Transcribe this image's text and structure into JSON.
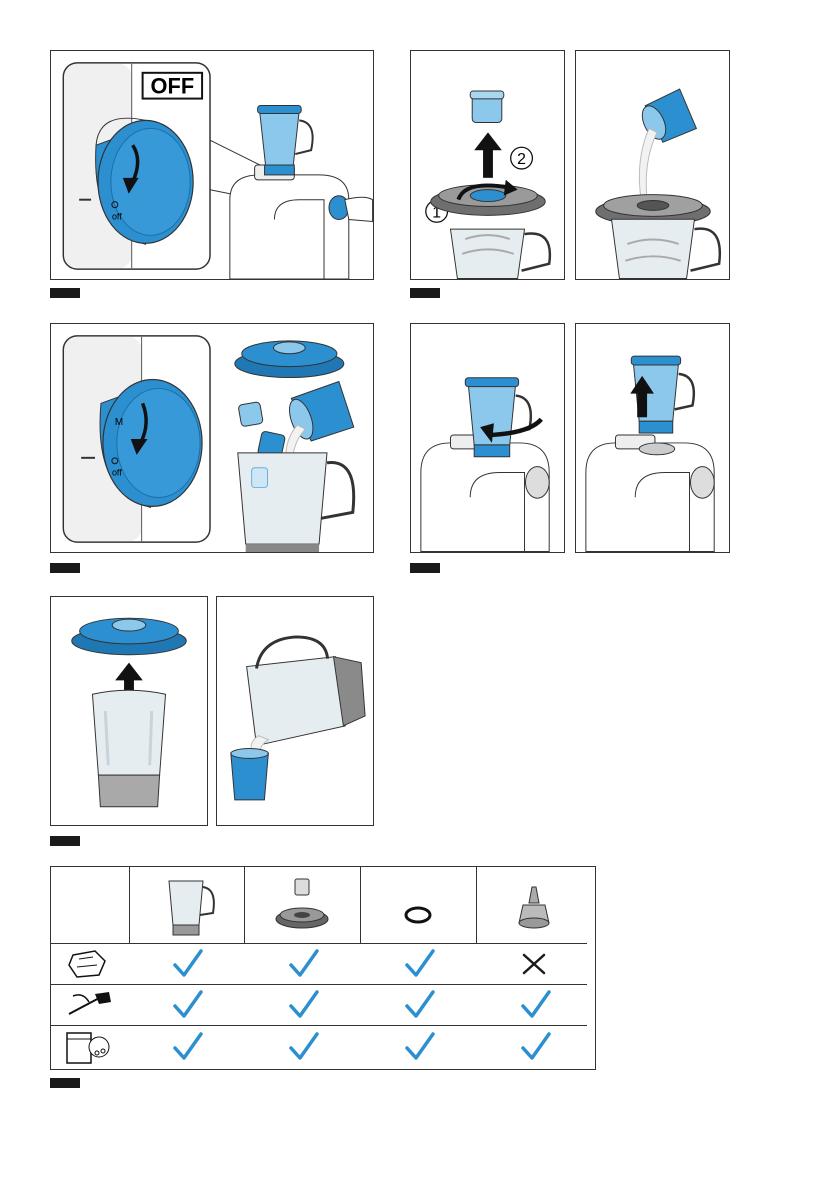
{
  "figures": [
    {
      "id": "fig1",
      "labels": {
        "off_badge": "OFF",
        "dial_off": "off"
      }
    },
    {
      "id": "fig2",
      "labels": {
        "step1": "1",
        "step2": "2"
      }
    },
    {
      "id": "fig3",
      "labels": {
        "dial_m": "M",
        "dial_off": "off"
      }
    },
    {
      "id": "fig4",
      "labels": {}
    },
    {
      "id": "fig5",
      "labels": {}
    }
  ],
  "cleaning_table": {
    "columns": [
      "blender-jug",
      "lid-with-measuring-cup",
      "sealing-ring",
      "blade-insert"
    ],
    "rows": [
      {
        "method": "wipe-cloth",
        "marks": [
          "check",
          "check",
          "check",
          "cross"
        ]
      },
      {
        "method": "brush-and-water",
        "marks": [
          "check",
          "check",
          "check",
          "check"
        ]
      },
      {
        "method": "dishwasher",
        "marks": [
          "check",
          "check",
          "check",
          "check"
        ]
      }
    ],
    "colors": {
      "check": "#2b8fd0",
      "cross": "#1a1a1a"
    }
  },
  "colors": {
    "accent": "#2b8fd0",
    "accent_light": "#8cc8ec",
    "jug": "#e6edf1",
    "outline": "#333333",
    "dark": "#1a1a1a"
  }
}
